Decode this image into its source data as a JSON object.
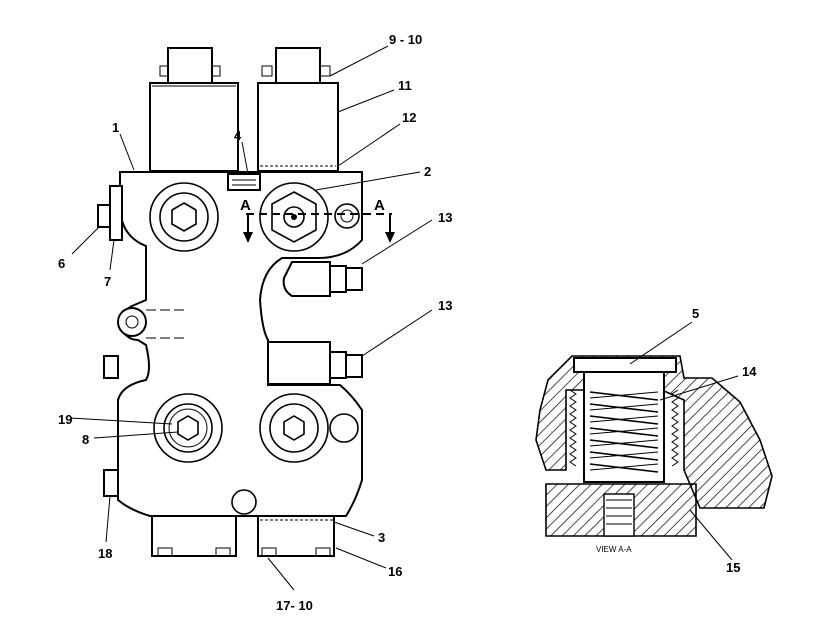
{
  "callouts": {
    "c9_10": "9 - 10",
    "c11": "11",
    "c12": "12",
    "c1": "1",
    "c4": "4",
    "c2": "2",
    "c13a": "13",
    "c13b": "13",
    "c6": "6",
    "c7": "7",
    "c19": "19",
    "c8": "8",
    "c18": "18",
    "c3": "3",
    "c16": "16",
    "c17_10": "17- 10",
    "c5": "5",
    "c14": "14",
    "c15": "15"
  },
  "section_marks": {
    "left": "A",
    "right": "A"
  },
  "view_caption": "VIEW A-A"
}
